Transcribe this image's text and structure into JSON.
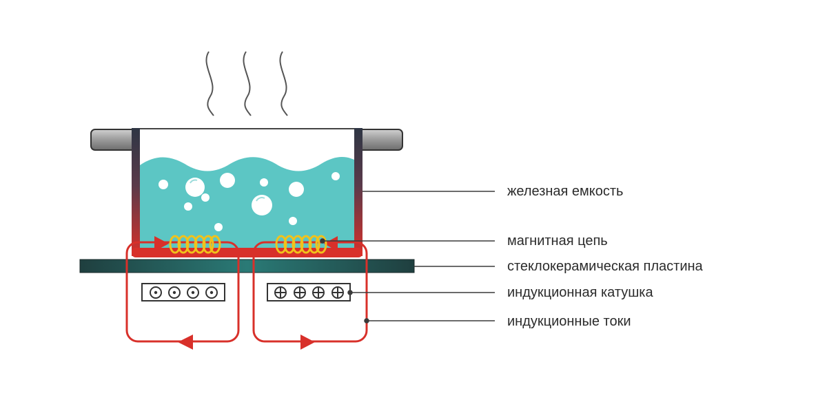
{
  "labels": {
    "vessel": "железная емкость",
    "magnetic_circuit": "магнитная цепь",
    "glass_ceramic_plate": "стеклокерамическая пластина",
    "induction_coil": "индукционная катушка",
    "induction_currents": "индукционные токи"
  },
  "colors": {
    "water": "#5cc6c4",
    "wall_top": "#2e3644",
    "wall_bottom": "#d8302a",
    "current": "#d8302a",
    "plate": "#1f4a4a",
    "coil": "#f1c21b",
    "handle": "#9a9a9a",
    "leader": "#3a3a3a"
  },
  "icons": [
    "steam-icon",
    "bubble-icon",
    "coil-icon",
    "arrow-icon",
    "dot-symbol-icon",
    "cross-symbol-icon"
  ]
}
